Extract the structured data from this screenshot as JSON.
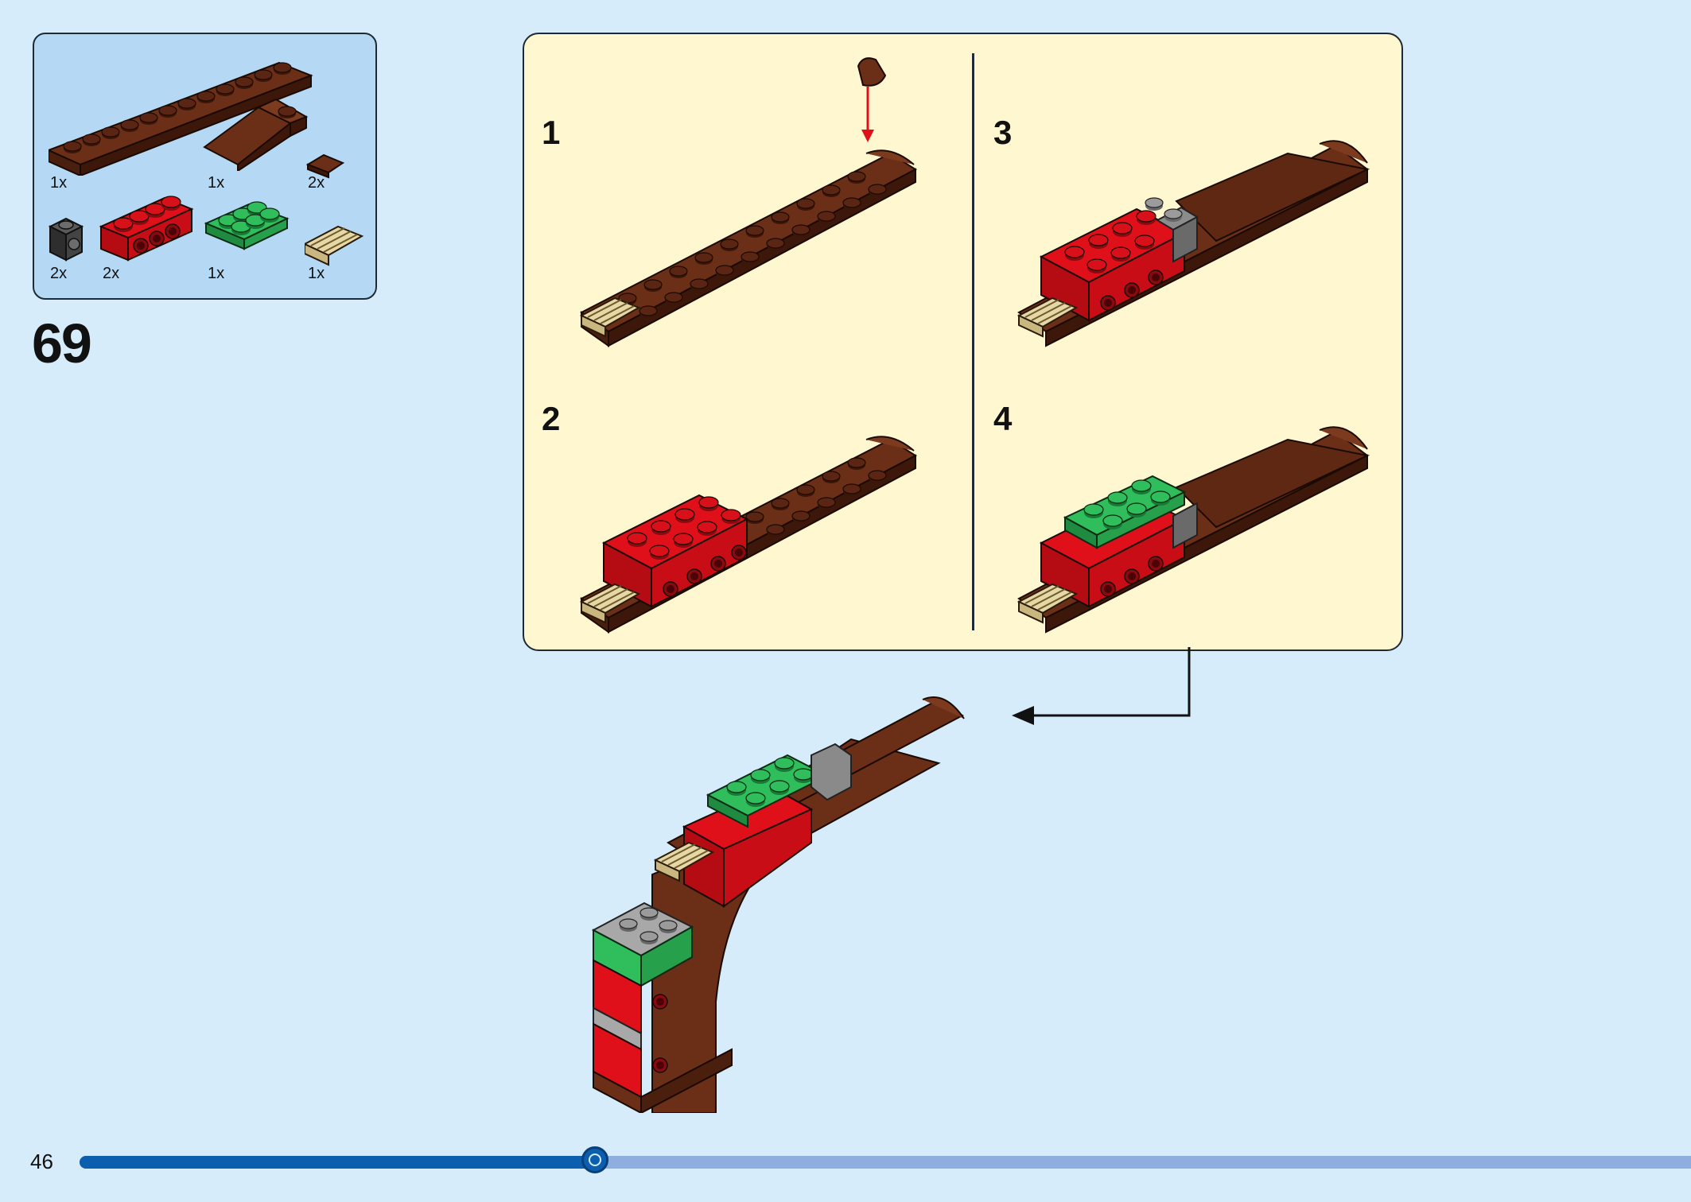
{
  "step": {
    "number": "69",
    "parts": [
      {
        "icon": "brown-plate-2x12-icon",
        "qty": "1x"
      },
      {
        "icon": "brown-wedge-slope-icon",
        "qty": "1x"
      },
      {
        "icon": "brown-tile-corner-icon",
        "qty": "2x"
      },
      {
        "icon": "dark-gray-brick-1x1-with-stud-icon",
        "qty": "2x"
      },
      {
        "icon": "red-brick-1x4-with-studs-icon",
        "qty": "2x"
      },
      {
        "icon": "green-plate-2x4-icon",
        "qty": "1x"
      },
      {
        "icon": "tan-grille-tile-icon",
        "qty": "1x"
      }
    ],
    "substeps": [
      "1",
      "2",
      "3",
      "4"
    ]
  },
  "page": {
    "number": "46",
    "progress": 0.32
  },
  "colors": {
    "background": "#d6ecfa",
    "parts_box": "#b5d9f4",
    "substep_panel": "#fff7d0",
    "brown": "#6b2f17",
    "red": "#e0101a",
    "green": "#2fbe5b",
    "tan": "#e6d8a6",
    "dark_gray": "#3a3a3a",
    "light_gray": "#a8a8a8",
    "progress_fill": "#0b5fae",
    "progress_track": "#8eaee0"
  }
}
